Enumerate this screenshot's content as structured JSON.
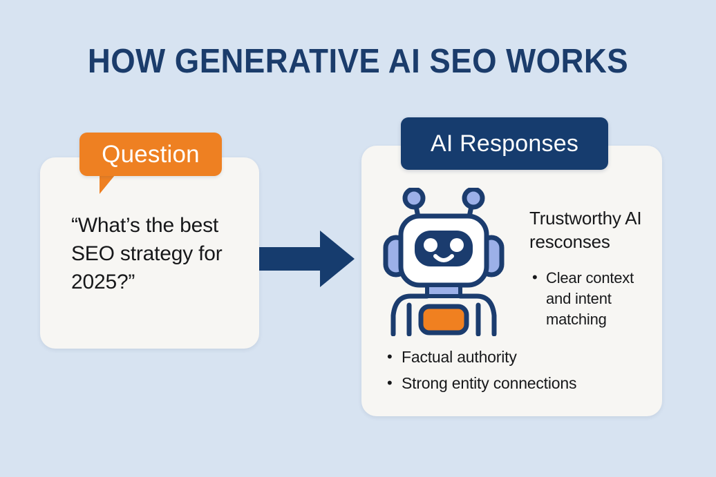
{
  "page": {
    "title": "HOW GENERATIVE AI SEO WORKS",
    "background_color": "#d7e3f1"
  },
  "colors": {
    "navy": "#163c6e",
    "navy_title": "#1b3c6b",
    "orange": "#ee8022",
    "card": "#f7f6f3",
    "periwinkle": "#9cb0e8",
    "text": "#17181a",
    "white": "#ffffff"
  },
  "question_card": {
    "badge_label": "Question",
    "badge_color": "#ee8022",
    "text": "“What’s the best SEO strategy for 2025?”"
  },
  "flow": {
    "arrow_icon": "arrow-right-icon",
    "arrow_color": "#163c6e"
  },
  "responses_card": {
    "badge_label": "AI Responses",
    "badge_color": "#163c6e",
    "robot_icon": "robot-icon",
    "heading": "Trustworthy AI resconses",
    "heading_bullets": [
      "Clear context and intent matching"
    ],
    "bottom_bullets": [
      "Factual authority",
      "Strong entity connections"
    ]
  }
}
